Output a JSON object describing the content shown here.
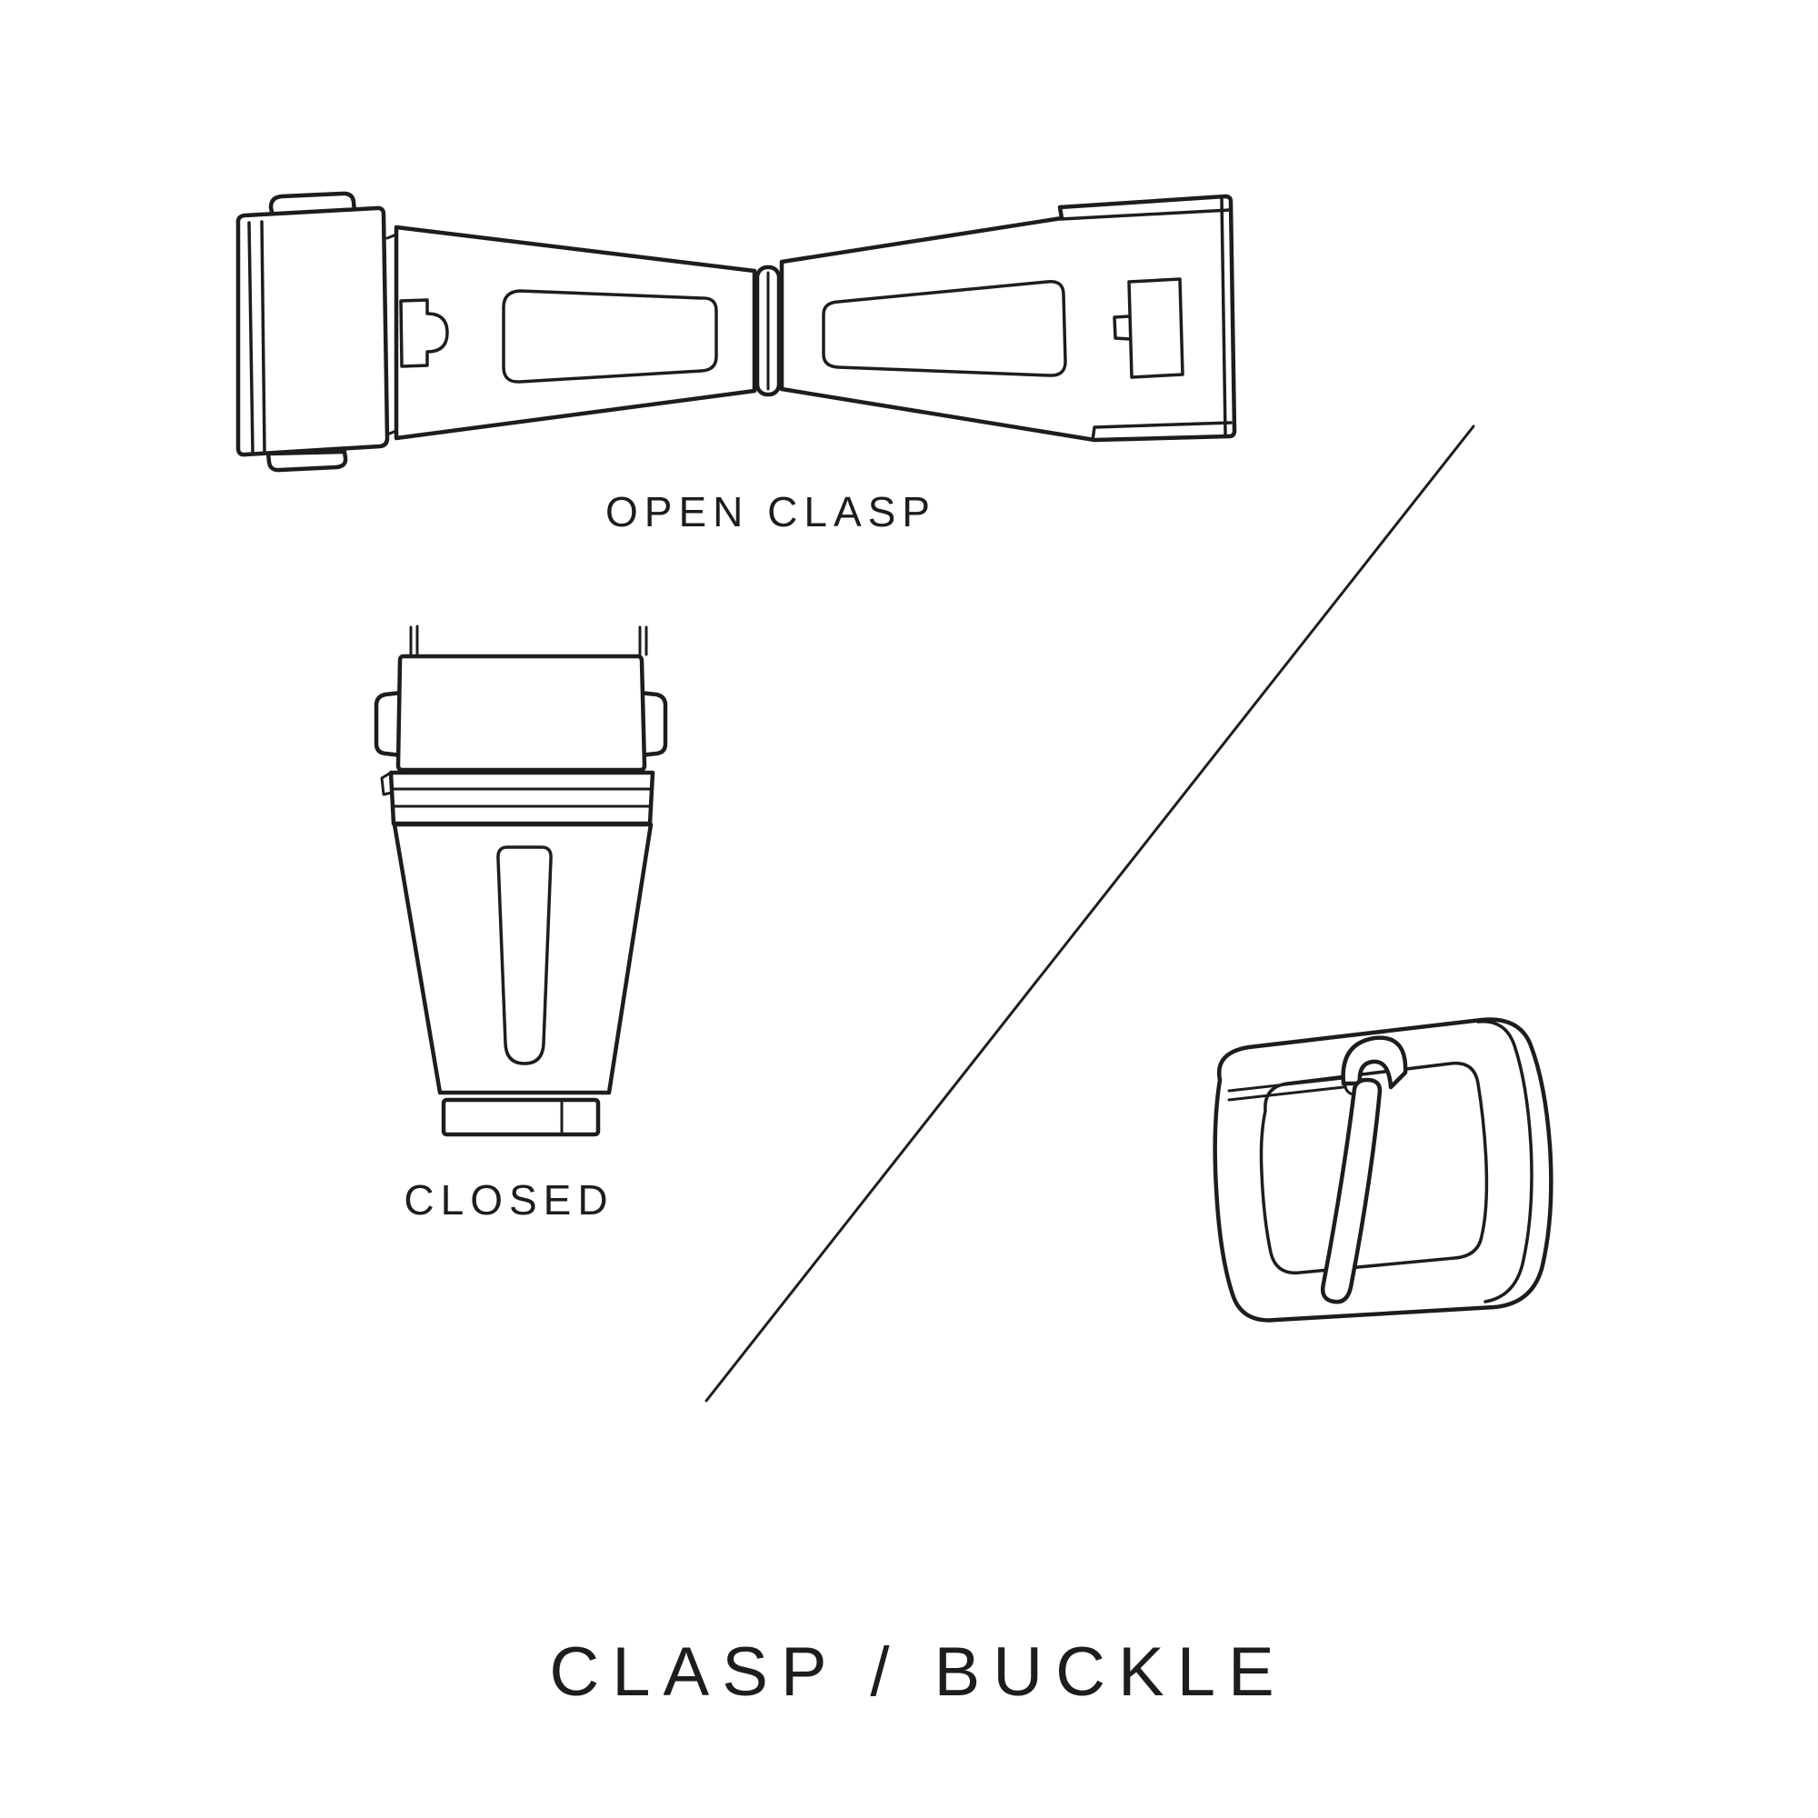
{
  "page": {
    "background": "#ffffff",
    "line_color": "#1d1d1d"
  },
  "diagram": {
    "title": "CLASP / BUCKLE",
    "labels": {
      "open_clasp": "OPEN CLASP",
      "closed": "CLOSED"
    },
    "illustrations": {
      "open_clasp": "open deployant watch clasp, top view",
      "closed_clasp": "closed watch clasp, top view",
      "buckle": "tang buckle with pin, perspective view"
    }
  }
}
